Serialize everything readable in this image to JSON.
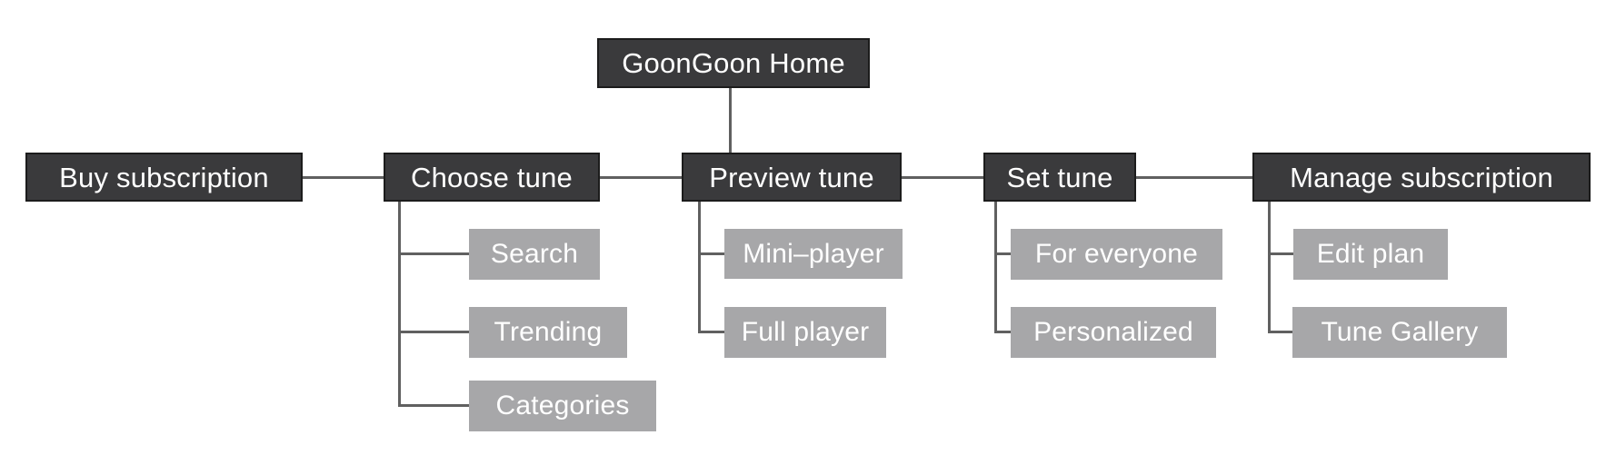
{
  "sitemap": {
    "root_label": "GoonGoon Home",
    "nodes": {
      "buy": {
        "label": "Buy subscription"
      },
      "choose": {
        "label": "Choose tune",
        "children": {
          "search": "Search",
          "trending": "Trending",
          "categories": "Categories"
        }
      },
      "preview": {
        "label": "Preview tune",
        "children": {
          "mini": "Mini–player",
          "full": "Full player"
        }
      },
      "set": {
        "label": "Set tune",
        "children": {
          "everyone": "For everyone",
          "personalized": "Personalized"
        }
      },
      "manage": {
        "label": "Manage subscription",
        "children": {
          "edit": "Edit plan",
          "gallery": "Tune Gallery"
        }
      }
    },
    "colors": {
      "dark_box": "#3a3a3c",
      "light_box": "#a7a7a9",
      "line": "#606060",
      "text": "#ffffff",
      "background": "#ffffff"
    }
  }
}
